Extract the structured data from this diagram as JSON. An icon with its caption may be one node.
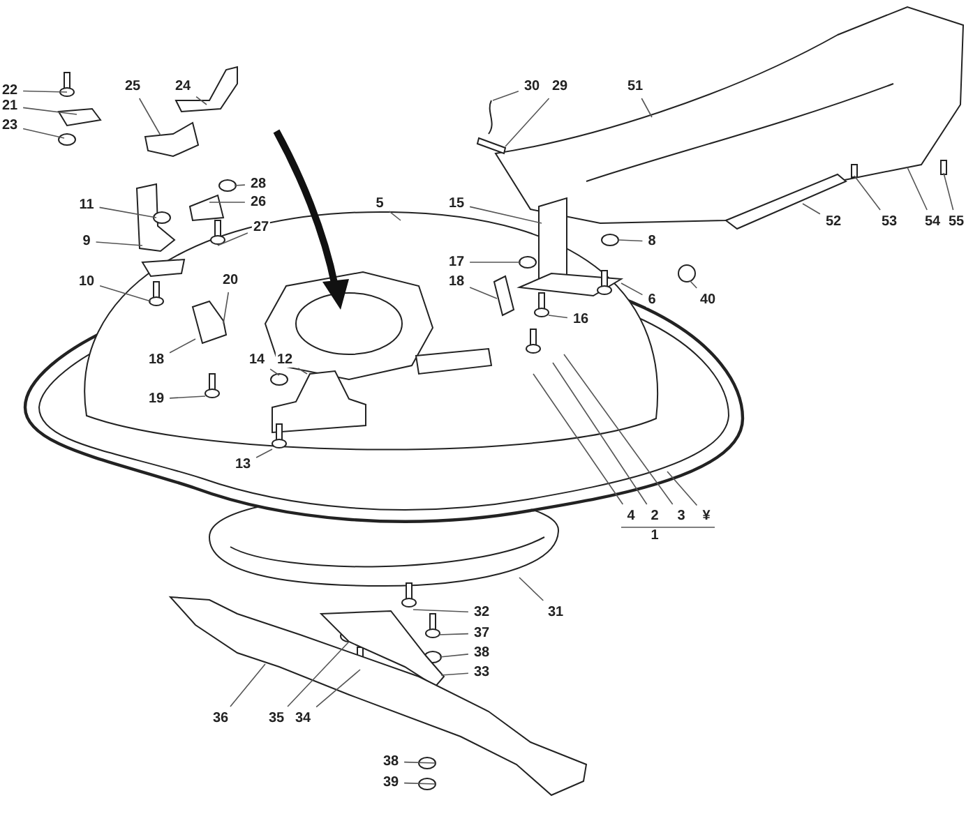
{
  "diagram": {
    "nodes": [
      {
        "text": [
          "22"
        ]
      },
      {
        "text": [
          "21"
        ]
      },
      {
        "text": [
          "23"
        ]
      },
      {
        "text": [
          "25"
        ]
      },
      {
        "text": [
          "24"
        ]
      },
      {
        "text": [
          "30"
        ]
      },
      {
        "text": [
          "29"
        ]
      },
      {
        "text": [
          "51"
        ]
      },
      {
        "text": [
          "28"
        ]
      },
      {
        "text": [
          "26"
        ]
      },
      {
        "text": [
          "27"
        ]
      },
      {
        "text": [
          "11"
        ]
      },
      {
        "text": [
          "9"
        ]
      },
      {
        "text": [
          "10"
        ]
      },
      {
        "text": [
          "20"
        ]
      },
      {
        "text": [
          "5"
        ]
      },
      {
        "text": [
          "15"
        ]
      },
      {
        "text": [
          "17"
        ]
      },
      {
        "text": [
          "8"
        ]
      },
      {
        "text": [
          "18"
        ]
      },
      {
        "text": [
          "6"
        ]
      },
      {
        "text": [
          "40"
        ]
      },
      {
        "text": [
          "16"
        ]
      },
      {
        "text": [
          "18"
        ]
      },
      {
        "text": [
          "14"
        ]
      },
      {
        "text": [
          "12"
        ]
      },
      {
        "text": [
          "19"
        ]
      },
      {
        "text": [
          "13"
        ]
      },
      {
        "text": [
          "52"
        ]
      },
      {
        "text": [
          "53"
        ]
      },
      {
        "text": [
          "54"
        ]
      },
      {
        "text": [
          "55"
        ]
      },
      {
        "text": [
          "4"
        ]
      },
      {
        "text": [
          "2"
        ]
      },
      {
        "text": [
          "3"
        ]
      },
      {
        "text": [
          "¥"
        ]
      },
      {
        "text": [
          "31"
        ]
      },
      {
        "text": [
          "32"
        ]
      },
      {
        "text": [
          "37"
        ]
      },
      {
        "text": [
          "38"
        ]
      },
      {
        "text": [
          "33"
        ]
      },
      {
        "text": [
          "36"
        ]
      },
      {
        "text": [
          "35"
        ]
      },
      {
        "text": [
          "34"
        ]
      },
      {
        "text": [
          "38"
        ]
      },
      {
        "text": [
          "39"
        ]
      }
    ],
    "edges": [
      {
        "from": 0,
        "to": null,
        "arrow": "none"
      },
      {
        "from": 1,
        "to": null,
        "arrow": "none"
      },
      {
        "from": 2,
        "to": null,
        "arrow": "none"
      },
      {
        "from": 3,
        "to": null,
        "arrow": "none"
      },
      {
        "from": 4,
        "to": null,
        "arrow": "none"
      },
      {
        "from": 5,
        "to": null,
        "arrow": "none"
      },
      {
        "from": 6,
        "to": null,
        "arrow": "none"
      },
      {
        "from": 7,
        "to": null,
        "arrow": "none"
      },
      {
        "from": 8,
        "to": null,
        "arrow": "none"
      },
      {
        "from": 9,
        "to": null,
        "arrow": "none"
      },
      {
        "from": 10,
        "to": null,
        "arrow": "none"
      },
      {
        "from": 11,
        "to": null,
        "arrow": "none"
      },
      {
        "from": 12,
        "to": null,
        "arrow": "none"
      },
      {
        "from": 13,
        "to": null,
        "arrow": "none"
      },
      {
        "from": 14,
        "to": null,
        "arrow": "none"
      },
      {
        "from": 15,
        "to": null,
        "arrow": "none"
      },
      {
        "from": 16,
        "to": null,
        "arrow": "none"
      },
      {
        "from": 17,
        "to": null,
        "arrow": "none"
      },
      {
        "from": 18,
        "to": null,
        "arrow": "none"
      },
      {
        "from": 19,
        "to": null,
        "arrow": "none"
      },
      {
        "from": 20,
        "to": null,
        "arrow": "none"
      },
      {
        "from": 21,
        "to": null,
        "arrow": "none"
      },
      {
        "from": 22,
        "to": null,
        "arrow": "none"
      },
      {
        "from": 23,
        "to": null,
        "arrow": "none"
      },
      {
        "from": 24,
        "to": null,
        "arrow": "none"
      },
      {
        "from": 25,
        "to": null,
        "arrow": "none"
      },
      {
        "from": 26,
        "to": null,
        "arrow": "none"
      },
      {
        "from": 27,
        "to": null,
        "arrow": "none"
      },
      {
        "from": 28,
        "to": null,
        "arrow": "none"
      },
      {
        "from": 29,
        "to": null,
        "arrow": "none"
      },
      {
        "from": 30,
        "to": null,
        "arrow": "none"
      },
      {
        "from": 31,
        "to": null,
        "arrow": "none"
      },
      {
        "from": 32,
        "to": null,
        "arrow": "none"
      },
      {
        "from": 33,
        "to": null,
        "arrow": "none"
      },
      {
        "from": 34,
        "to": null,
        "arrow": "none"
      },
      {
        "from": 35,
        "to": null,
        "arrow": "none"
      },
      {
        "from": 36,
        "to": null,
        "arrow": "none"
      },
      {
        "from": 37,
        "to": null,
        "arrow": "none"
      },
      {
        "from": 38,
        "to": null,
        "arrow": "none"
      },
      {
        "from": 39,
        "to": null,
        "arrow": "none"
      },
      {
        "from": 40,
        "to": null,
        "arrow": "none"
      },
      {
        "from": 41,
        "to": null,
        "arrow": "none"
      },
      {
        "from": 42,
        "to": null,
        "arrow": "none"
      },
      {
        "from": 43,
        "to": null,
        "arrow": "none"
      },
      {
        "from": 44,
        "to": null,
        "arrow": "none"
      },
      {
        "from": 45,
        "to": null,
        "arrow": "none"
      }
    ],
    "labels": [
      "1"
    ]
  }
}
